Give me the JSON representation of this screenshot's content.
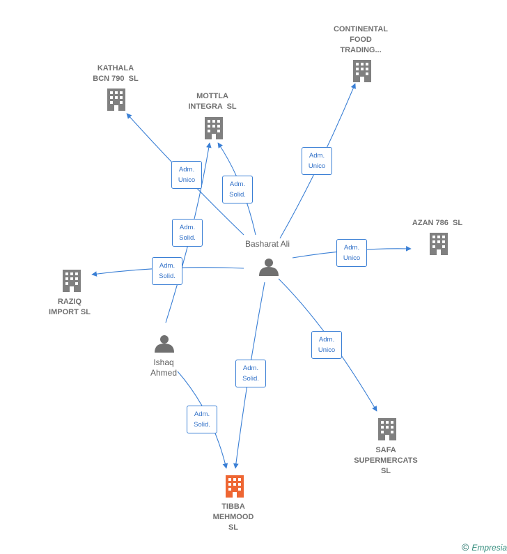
{
  "colors": {
    "edge": "#3a7fd5",
    "building": "#808080",
    "building_highlight": "#ee6633",
    "person": "#707070",
    "label": "#707070"
  },
  "nodes": {
    "continental": {
      "label": "CONTINENTAL\nFOOD\nTRADING...",
      "icon": "building-icon"
    },
    "kathala": {
      "label": "KATHALA\nBCN 790  SL",
      "icon": "building-icon"
    },
    "mottla": {
      "label": "MOTTLA\nINTEGRA  SL",
      "icon": "building-icon"
    },
    "azan": {
      "label": "AZAN 786  SL",
      "icon": "building-icon"
    },
    "raziq": {
      "label": "RAZIQ\nIMPORT SL",
      "icon": "building-icon"
    },
    "safa": {
      "label": "SAFA\nSUPERMERCATS\nSL",
      "icon": "building-icon"
    },
    "tibba": {
      "label": "TIBBA\nMEHMOOD\nSL",
      "icon": "building-icon"
    },
    "basharat": {
      "label": "Basharat Ali",
      "icon": "person-icon"
    },
    "ishaq": {
      "label": "Ishaq\nAhmed",
      "icon": "person-icon"
    }
  },
  "edges": {
    "b_continental": "Adm.\nUnico",
    "b_kathala": "Adm.\nUnico",
    "b_mottla": "Adm.\nSolid.",
    "b_azan": "Adm.\nUnico",
    "b_raziq": "Adm.\nSolid.",
    "b_safa": "Adm.\nUnico",
    "b_tibba": "Adm.\nSolid.",
    "i_mottla": "Adm.\nSolid.",
    "i_tibba": "Adm.\nSolid."
  },
  "credit": {
    "symbol": "©",
    "brand": "Empresia"
  }
}
